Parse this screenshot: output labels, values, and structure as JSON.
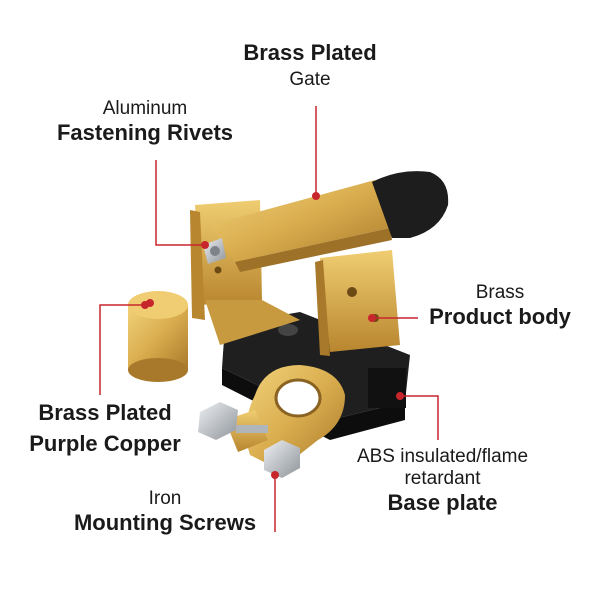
{
  "labels": {
    "gate": {
      "top": "Brass Plated",
      "bottom": "Gate"
    },
    "rivets": {
      "top": "Aluminum",
      "bottom": "Fastening Rivets"
    },
    "body": {
      "top": "Brass",
      "bottom": "Product body"
    },
    "copper": {
      "line1": "Brass Plated",
      "line2": "Purple Copper"
    },
    "base": {
      "line1": "ABS insulated/flame",
      "line2": "retardant",
      "line3": "Base plate"
    },
    "screws": {
      "top": "Iron",
      "bottom": "Mounting Screws"
    }
  },
  "colors": {
    "leader": "#c8262d",
    "brass": "#d9ad4e",
    "brass_dark": "#a8792a",
    "plastic": "#1c1c1c",
    "steel": "#c9cdd2"
  }
}
